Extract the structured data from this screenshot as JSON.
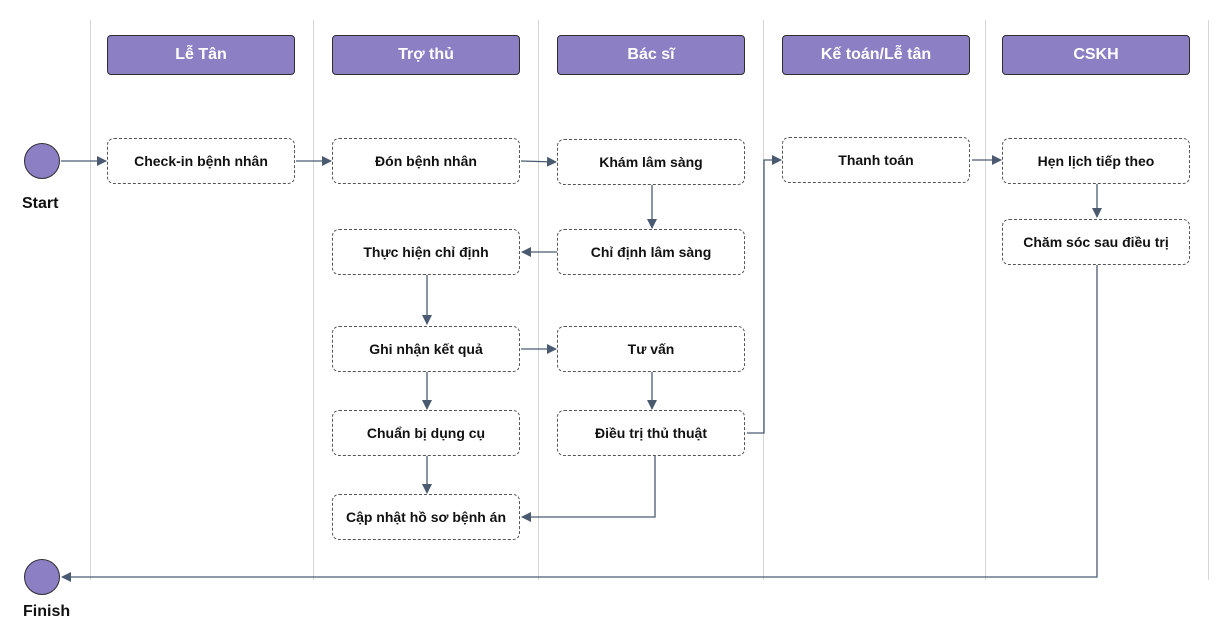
{
  "lanes": [
    "Lễ Tân",
    "Trợ thủ",
    "Bác sĩ",
    "Kế toán/Lễ tân",
    "CSKH"
  ],
  "start_label": "Start",
  "finish_label": "Finish",
  "nodes": {
    "checkin": "Check-in bệnh nhân",
    "don": "Đón bệnh nhân",
    "kham": "Khám lâm sàng",
    "chidinh": "Chỉ định lâm sàng",
    "thuchien": "Thực hiện chỉ định",
    "ghinhan": "Ghi nhận kết quả",
    "tuvan": "Tư vấn",
    "chuanbi": "Chuẩn bị dụng cụ",
    "dieutri": "Điều trị thủ thuật",
    "capnhat": "Cập nhật hồ sơ bệnh án",
    "thanhtoan": "Thanh toán",
    "henlich": "Hẹn lịch tiếp theo",
    "chamsoc": "Chăm sóc sau điều trị"
  },
  "colors": {
    "lane_header": "#8c7fc4",
    "edge": "#4a5a70",
    "node_border": "#555555"
  }
}
